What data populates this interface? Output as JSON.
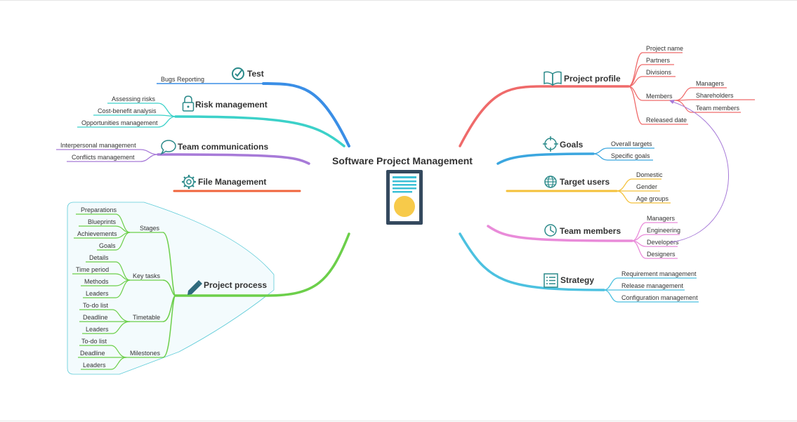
{
  "central": {
    "title": "Software Project Management"
  },
  "colors": {
    "test": "#3a8ee6",
    "risk": "#3cd1c9",
    "communications": "#a77ad8",
    "file": "#f0643c",
    "process": "#6ccf4a",
    "profile": "#ef6a6a",
    "goals": "#3ba6df",
    "target": "#f4c13a",
    "team": "#e98bd9",
    "strategy": "#4cc1e0",
    "icon": "#2b8a8a"
  },
  "test": {
    "label": "Test",
    "icon": "check-circle-icon",
    "items": [
      "Bugs Reporting"
    ]
  },
  "risk": {
    "label": "Risk management",
    "icon": "lock-icon",
    "items": [
      "Assessing risks",
      "Cost-benefit analysis",
      "Opportunities management"
    ]
  },
  "communications": {
    "label": "Team communications",
    "icon": "chat-bubble-icon",
    "items": [
      "Interpersonal management",
      "Conflicts management"
    ]
  },
  "file": {
    "label": "File Management",
    "icon": "gear-icon"
  },
  "process": {
    "label": "Project process",
    "icon": "pencil-icon",
    "groups": [
      {
        "label": "Stages",
        "items": [
          "Preparations",
          "Blueprints",
          "Achievements",
          "Goals"
        ]
      },
      {
        "label": "Key tasks",
        "items": [
          "Details",
          "Time period",
          "Methods",
          "Leaders"
        ]
      },
      {
        "label": "Timetable",
        "items": [
          "To-do list",
          "Deadline",
          "Leaders"
        ]
      },
      {
        "label": "Milestones",
        "items": [
          "To-do list",
          "Deadline",
          "Leaders"
        ]
      }
    ]
  },
  "profile": {
    "label": "Project profile",
    "icon": "book-icon",
    "items": [
      "Project name",
      "Partners",
      "Divisions",
      "Members",
      "Released date"
    ],
    "members": [
      "Managers",
      "Shareholders",
      "Team members"
    ]
  },
  "goals": {
    "label": "Goals",
    "icon": "target-icon",
    "items": [
      "Overall targets",
      "Specific goals"
    ]
  },
  "target": {
    "label": "Target users",
    "icon": "globe-icon",
    "items": [
      "Domestic",
      "Gender",
      "Age groups"
    ]
  },
  "team": {
    "label": "Team members",
    "icon": "clock-icon",
    "items": [
      "Managers",
      "Engineering",
      "Developers",
      "Designers"
    ]
  },
  "strategy": {
    "label": "Strategy",
    "icon": "list-icon",
    "items": [
      "Requirement management",
      "Release management",
      "Configuration management"
    ]
  }
}
